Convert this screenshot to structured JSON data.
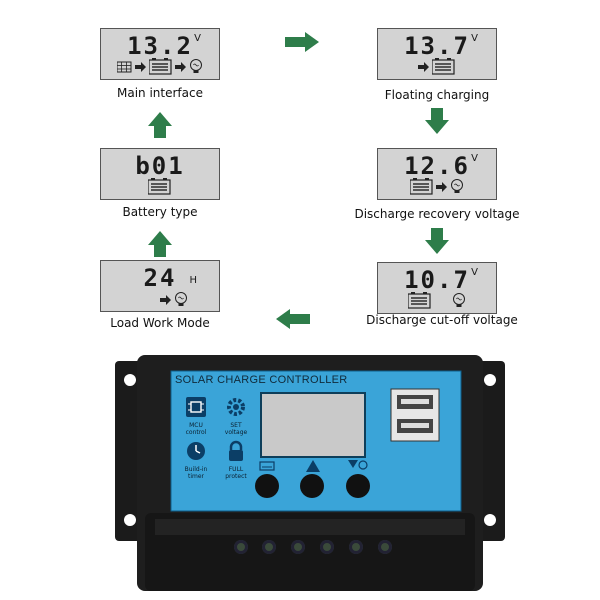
{
  "panels": {
    "main": {
      "value": "13.2",
      "unit": "V",
      "caption": "Main interface"
    },
    "floating": {
      "value": "13.7",
      "unit": "V",
      "caption": "Floating charging"
    },
    "recovery": {
      "value": "12.6",
      "unit": "V",
      "caption": "Discharge recovery voltage"
    },
    "cutoff": {
      "value": "10.7",
      "unit": "V",
      "caption": "Discharge cut-off voltage"
    },
    "battery": {
      "value": "b01",
      "caption": "Battery type"
    },
    "load": {
      "value": "24",
      "unit": "H",
      "caption": "Load Work Mode"
    }
  },
  "device": {
    "title": "SOLAR CHARGE CONTROLLER",
    "features": [
      {
        "icon": "chip-icon",
        "line1": "MCU",
        "line2": "control"
      },
      {
        "icon": "gear-icon",
        "line1": "SET",
        "line2": "voltage"
      },
      {
        "icon": "clock-icon",
        "line1": "Build-in",
        "line2": "timer"
      },
      {
        "icon": "lock-icon",
        "line1": "FULL",
        "line2": "protect"
      }
    ],
    "colors": {
      "panel": "#3aa4d8",
      "body": "#1b1b1b",
      "lcd": "#c9c9c9",
      "arrow": "#2e7d4a"
    }
  }
}
